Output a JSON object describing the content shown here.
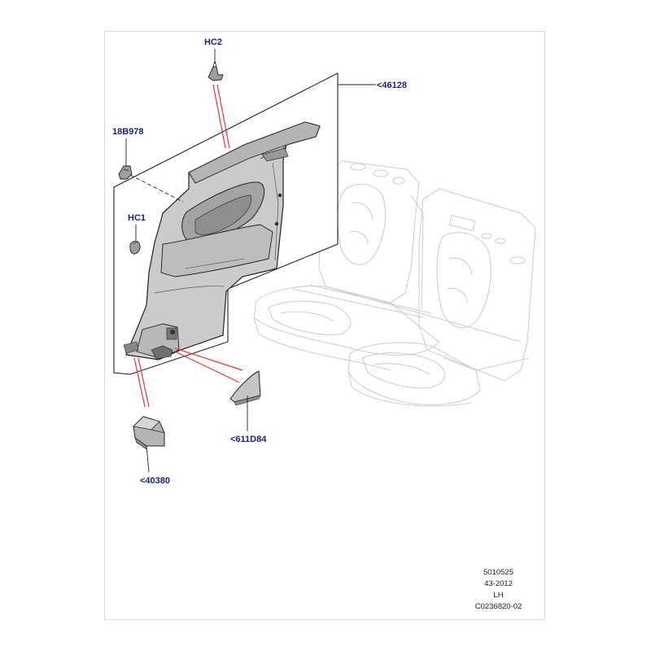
{
  "diagram": {
    "callouts": {
      "hc2": "HC2",
      "p46128": "<46128",
      "p18b978": "18B978",
      "hc1": "HC1",
      "p611d84": "<611D84",
      "p40380": "<40380"
    },
    "footer": {
      "code": "5010525",
      "date": "43-2012",
      "side": "LH",
      "ref": "C0236820-02"
    },
    "colors": {
      "callout_text": "#1a237e",
      "leader_red": "#e53935",
      "outline": "#222222",
      "panel_fill": "#c9c9c9",
      "panel_shade": "#a9a9a9",
      "ghost_seat": "#cfcfcf"
    }
  }
}
